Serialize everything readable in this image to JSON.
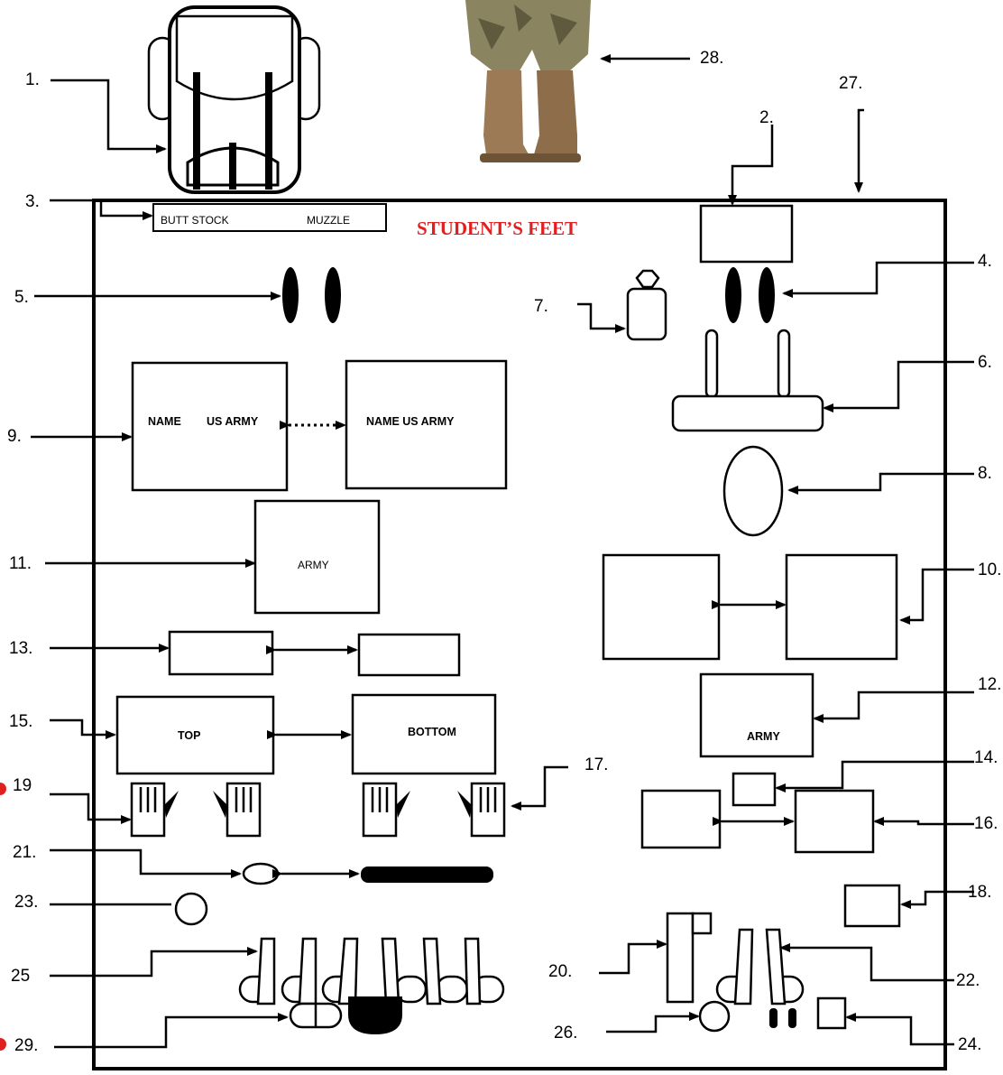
{
  "title": "STUDENT’S FEET",
  "labels": {
    "butt_stock": "BUTT STOCK",
    "muzzle": "MUZZLE",
    "name_left": "NAME",
    "usarmy_left": "US ARMY",
    "name_usarmy_right": "NAME US ARMY",
    "army_11": "ARMY",
    "army_12": "ARMY",
    "top": "TOP",
    "bottom": "BOTTOM"
  },
  "numbers": {
    "n1": "1.",
    "n2": "2.",
    "n3": "3.",
    "n4": "4.",
    "n5": "5.",
    "n6": "6.",
    "n7": "7.",
    "n8": "8.",
    "n9": "9.",
    "n10": "10.",
    "n11": "11.",
    "n12": "12.",
    "n13": "13.",
    "n14": "14.",
    "n15": "15.",
    "n16": "16.",
    "n17": "17.",
    "n18": "18.",
    "n19": "19",
    "n20": "20.",
    "n21": "21.",
    "n22": "22.",
    "n23": "23.",
    "n24": "24.",
    "n25": "25",
    "n26": "26.",
    "n27": "27.",
    "n28": "28.",
    "n29": "29."
  },
  "colors": {
    "title": "#e02020",
    "line": "#000000",
    "camo": "#8a8460",
    "boot": "#9b7a55",
    "marker": "#e02020"
  }
}
